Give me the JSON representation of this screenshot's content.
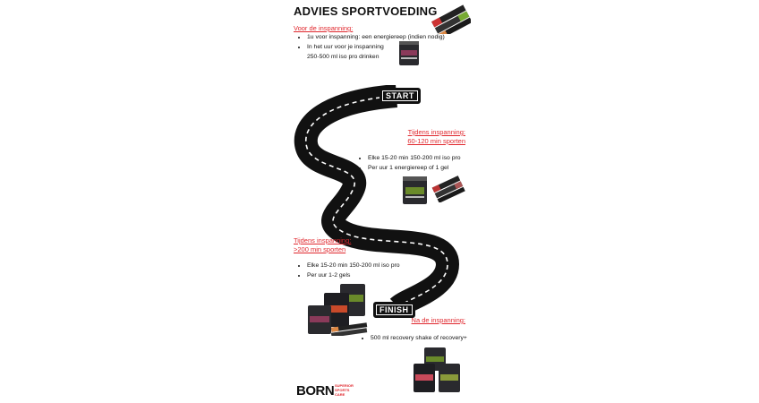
{
  "title": "ADVIES SPORTVOEDING",
  "sections": {
    "before": {
      "heading": "Voor de inspanning:",
      "items": [
        "1u voor inspanning: een energiereep (indien nodig)",
        "In het uur voor je inspanning",
        "250-500 ml iso pro drinken"
      ]
    },
    "during_short": {
      "heading_line1": "Tijdens inspanning:",
      "heading_line2": "60-120 min sporten",
      "items": [
        "Elke 15-20 min 150-200 ml iso pro",
        "Per uur 1 energiereep of 1 gel"
      ]
    },
    "during_long": {
      "heading_line1": "Tijdens inspanning:",
      "heading_line2": ">200 min sporten",
      "items": [
        "Elke 15-20 min 150-200 ml iso pro",
        "Per uur 1-2 gels"
      ]
    },
    "after": {
      "heading": "Na de inspanning:",
      "items": [
        "500 ml recovery shake of recovery+"
      ]
    }
  },
  "road": {
    "start_label": "START",
    "finish_label": "FINISH"
  },
  "logo": {
    "brand": "BORN",
    "tagline": [
      "SUPERIOR",
      "SPORTS",
      "CARE"
    ]
  },
  "colors": {
    "accent": "#e0282e",
    "road": "#111111",
    "lane": "#ffffff"
  }
}
